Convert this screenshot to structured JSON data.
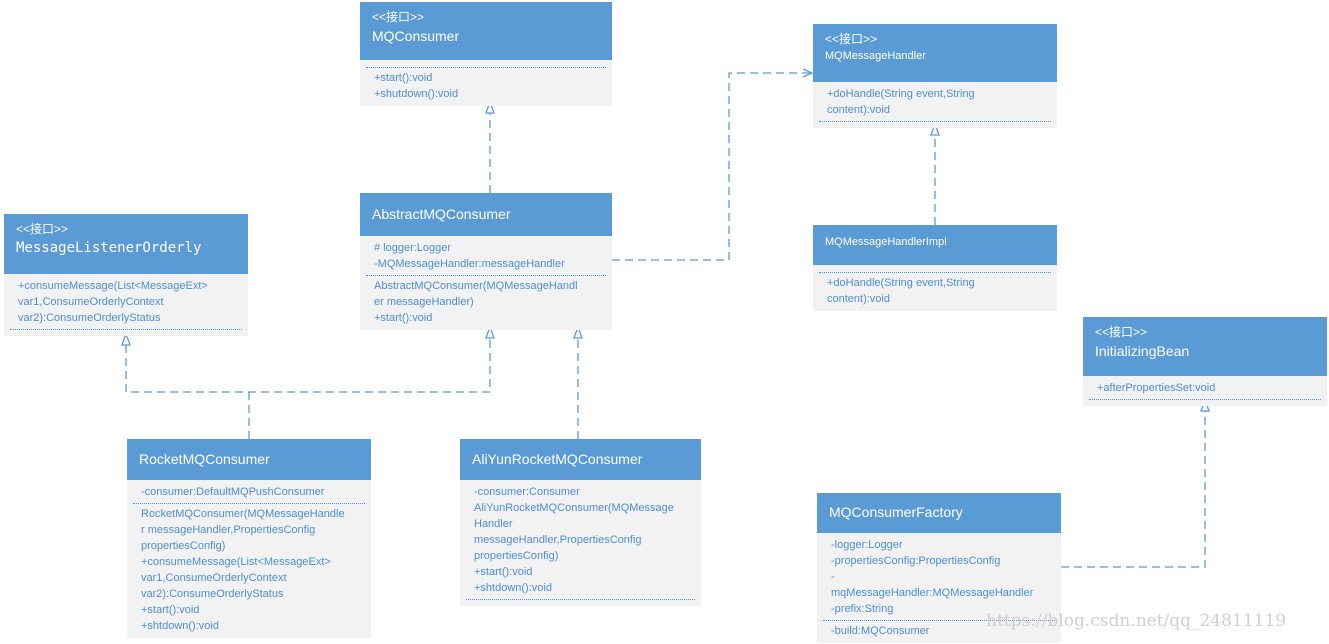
{
  "stereotype": "<<接口>>",
  "classes": [
    {
      "name": "MQConsumer",
      "interface": true,
      "sections": [
        [],
        [
          "+start():void",
          "+shutdown():void"
        ]
      ]
    },
    {
      "name": "MQMessageHandler",
      "interface": true,
      "sections": [
        [
          "+doHandle(String event,String",
          "content):void"
        ],
        []
      ]
    },
    {
      "name": "MessageListenerOrderly",
      "interface": true,
      "sections": [
        [
          "+consumeMessage(List<MessageExt>",
          "var1,ConsumeOrderlyContext",
          "var2):ConsumeOrderlyStatus"
        ],
        []
      ]
    },
    {
      "name": "AbstractMQConsumer",
      "interface": false,
      "sections": [
        [
          "# logger:Logger",
          "-MQMessageHandler:messageHandler"
        ],
        [
          "AbstractMQConsumer(MQMessageHandl",
          "er messageHandler)",
          "+start():void"
        ]
      ]
    },
    {
      "name": "MQMessageHandlerImpl",
      "interface": false,
      "sections": [
        [],
        [
          "+doHandle(String event,String",
          "content):void"
        ]
      ]
    },
    {
      "name": "InitializingBean",
      "interface": true,
      "sections": [
        [
          "+afterPropertiesSet:void"
        ],
        []
      ]
    },
    {
      "name": "RocketMQConsumer",
      "interface": false,
      "sections": [
        [
          "-consumer:DefaultMQPushConsumer"
        ],
        [
          "RocketMQConsumer(MQMessageHandle",
          "r messageHandler,PropertiesConfig",
          "propertiesConfig)",
          "+consumeMessage(List<MessageExt>",
          "var1,ConsumeOrderlyContext",
          "var2):ConsumeOrderlyStatus",
          "+start():void",
          "+shtdown():void"
        ]
      ]
    },
    {
      "name": "AliYunRocketMQConsumer",
      "interface": false,
      "sections": [
        [
          "-consumer:Consumer",
          "AliYunRocketMQConsumer(MQMessage",
          "Handler",
          "messageHandler,PropertiesConfig",
          "propertiesConfig)",
          "+start():void",
          "+shtdown():void"
        ],
        []
      ]
    },
    {
      "name": "MQConsumerFactory",
      "interface": false,
      "sections": [
        [
          "-logger:Logger",
          "-propertiesConfig:PropertiesConfig",
          "-",
          "mqMessageHandler:MQMessageHandler",
          "-prefix:String"
        ],
        [
          "-build:MQConsumer"
        ]
      ]
    }
  ],
  "relations": [
    {
      "from": "AbstractMQConsumer",
      "to": "MQConsumer",
      "type": "realization"
    },
    {
      "from": "AbstractMQConsumer",
      "to": "MQMessageHandler",
      "type": "dependency"
    },
    {
      "from": "MQMessageHandlerImpl",
      "to": "MQMessageHandler",
      "type": "realization"
    },
    {
      "from": "RocketMQConsumer",
      "to": "MessageListenerOrderly",
      "type": "realization"
    },
    {
      "from": "RocketMQConsumer",
      "to": "AbstractMQConsumer",
      "type": "realization"
    },
    {
      "from": "AliYunRocketMQConsumer",
      "to": "AbstractMQConsumer",
      "type": "realization"
    },
    {
      "from": "MQConsumerFactory",
      "to": "InitializingBean",
      "type": "realization"
    }
  ],
  "colors": {
    "header": "#5b9bd5",
    "body": "#f2f2f2",
    "text": "#4d8ed3",
    "line": "#5b9bd5"
  },
  "watermark": "https://blog.csdn.net/qq_24811119"
}
